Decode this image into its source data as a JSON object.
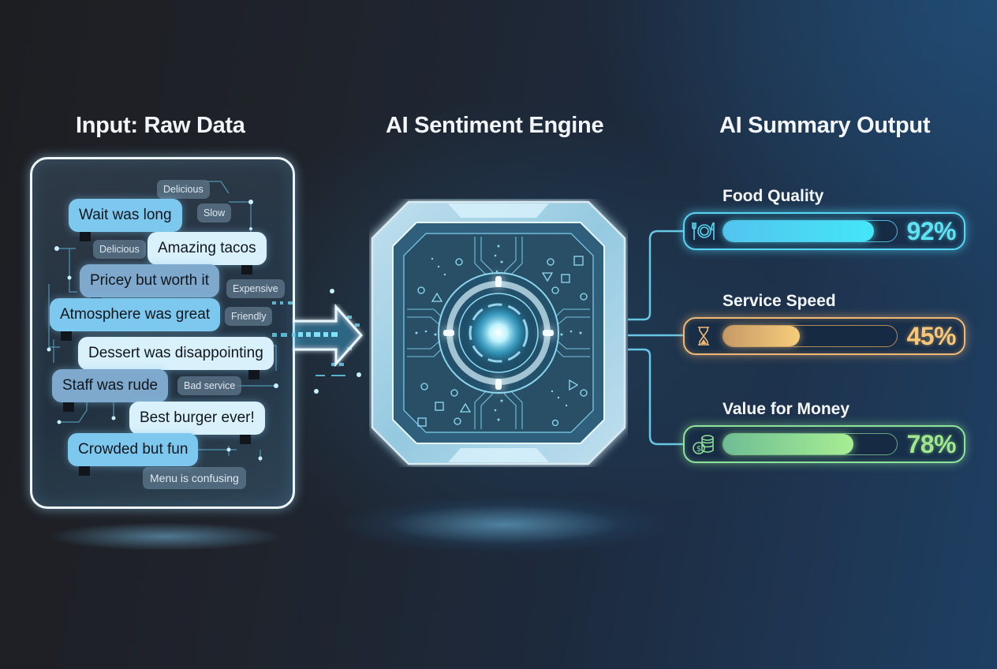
{
  "titles": {
    "input": "Input: Raw Data",
    "engine": "AI Sentiment Engine",
    "output": "AI Summary Output"
  },
  "input_panel": {
    "reviews": [
      "Wait was long",
      "Amazing tacos",
      "Pricey but worth it",
      "Atmosphere was great",
      "Dessert was disappointing",
      "Staff was rude",
      "Best burger ever!",
      "Crowded but fun"
    ],
    "tags": [
      "Delicious",
      "Slow",
      "Delicious",
      "Expensive",
      "Friendly",
      "Bad service",
      "Menu is confusing"
    ]
  },
  "engine": {
    "icon": "ai-chip-icon"
  },
  "output_panel": {
    "metrics": [
      {
        "label": "Food Quality",
        "value": 92,
        "display": "92%",
        "icon": "plate-cutlery-icon",
        "color": "#58d6f3"
      },
      {
        "label": "Service Speed",
        "value": 45,
        "display": "45%",
        "icon": "hourglass-icon",
        "color": "#f0b874"
      },
      {
        "label": "Value for Money",
        "value": 78,
        "display": "78%",
        "icon": "coins-icon",
        "color": "#8ee39a"
      }
    ]
  },
  "chart_data": {
    "type": "bar",
    "title": "AI Summary Output",
    "categories": [
      "Food Quality",
      "Service Speed",
      "Value for Money"
    ],
    "values": [
      92,
      45,
      78
    ],
    "unit": "%",
    "ylim": [
      0,
      100
    ],
    "orientation": "horizontal"
  }
}
